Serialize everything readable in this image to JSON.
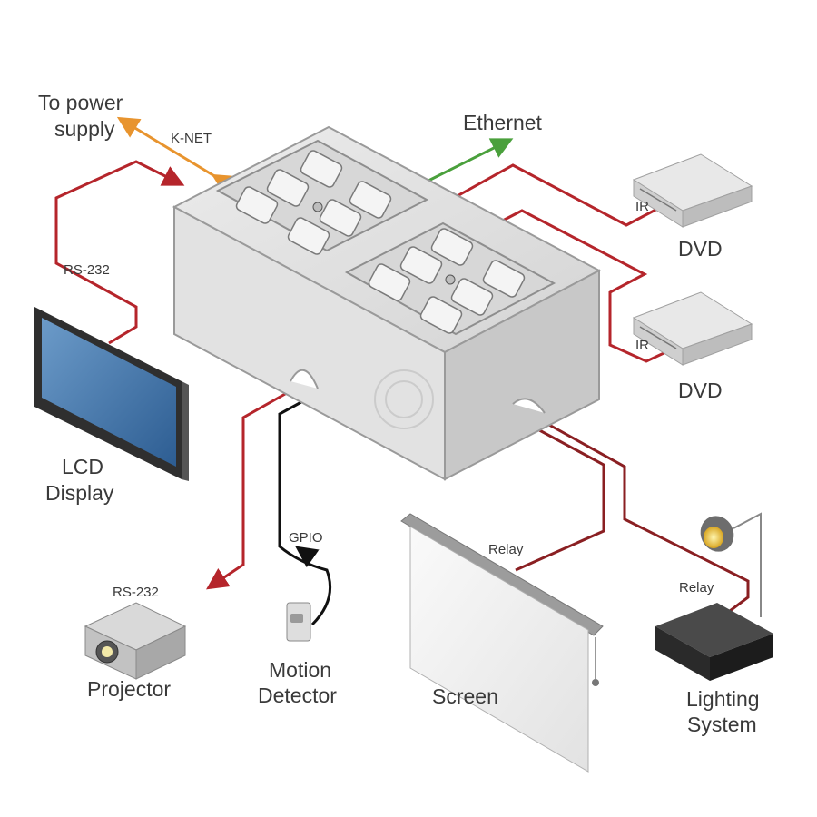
{
  "labels": {
    "power_supply_line1": "To power",
    "power_supply_line2": "supply",
    "knet": "K-NET",
    "ethernet": "Ethernet",
    "rs232_top": "RS-232",
    "rs232_bottom": "RS-232",
    "ir_top": "IR",
    "ir_bottom": "IR",
    "dvd_top": "DVD",
    "dvd_bottom": "DVD",
    "lcd_line1": "LCD",
    "lcd_line2": "Display",
    "gpio": "GPIO",
    "relay_screen": "Relay",
    "relay_lighting": "Relay",
    "projector": "Projector",
    "motion_line1": "Motion",
    "motion_line2": "Detector",
    "screen": "Screen",
    "lighting_line1": "Lighting",
    "lighting_line2": "System"
  },
  "colors": {
    "rs232_cable": "#b5252b",
    "ethernet_arrow": "#4aa03c",
    "knet_arrow": "#e8942e",
    "gpio_cable": "#111111",
    "relay_cable": "#8a1f22",
    "label_text": "#3a3a3a"
  }
}
